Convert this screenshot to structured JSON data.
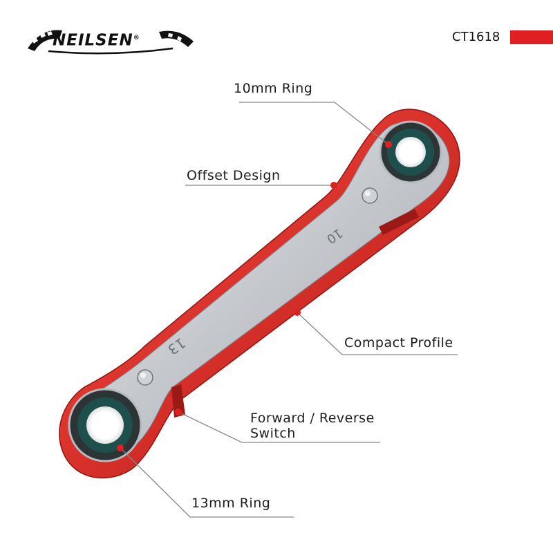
{
  "brand": {
    "name": "NEILSEN",
    "registered_mark": "®"
  },
  "product": {
    "code": "CT1618"
  },
  "callouts": {
    "ring_10mm": "10mm Ring",
    "offset_design": "Offset Design",
    "compact_profile": "Compact Profile",
    "forward_reverse_line1": "Forward / Reverse",
    "forward_reverse_line2": "Switch",
    "ring_13mm": "13mm Ring"
  },
  "wrench": {
    "size_small_stamp": "10",
    "size_large_stamp": "13"
  },
  "colors": {
    "accent_red": "#e02020",
    "handle_red": "#d8302a",
    "steel": "#c9cdd2",
    "leader_line": "#888888",
    "text": "#1c1c1c"
  },
  "icons": {
    "logo_flag": "chequered-flag-icon"
  }
}
